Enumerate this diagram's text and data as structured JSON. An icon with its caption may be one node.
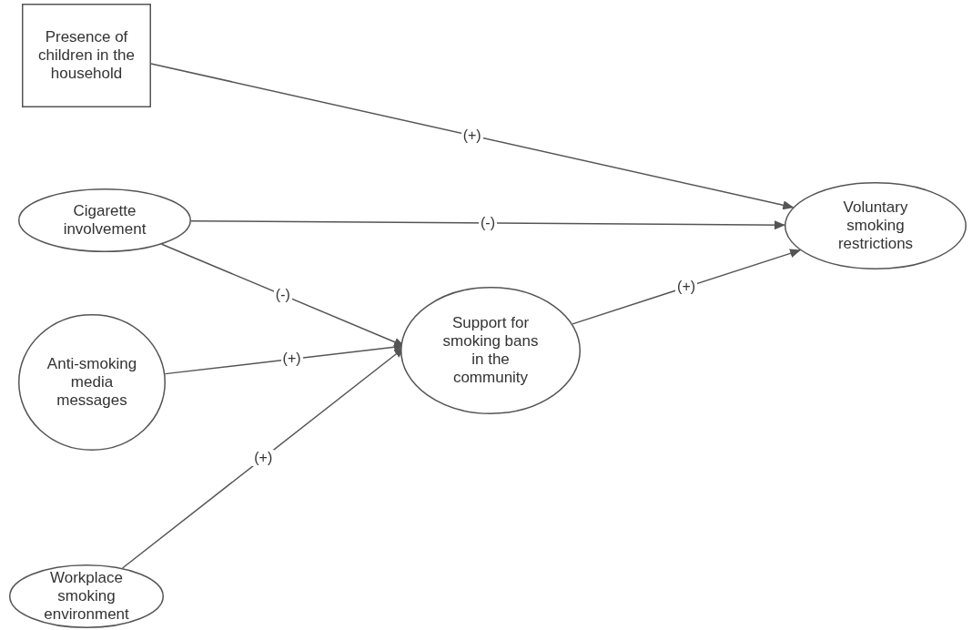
{
  "diagram": {
    "nodes": [
      {
        "text": [
          "Presence of children in the household"
        ]
      },
      {
        "text": [
          "Cigarette involvement"
        ]
      },
      {
        "text": [
          "Anti-smoking media messages"
        ]
      },
      {
        "text": [
          "Workplace smoking environment"
        ]
      },
      {
        "text": [
          "Support for smoking bans in the community"
        ]
      },
      {
        "text": [
          "Voluntary smoking restrictions"
        ]
      }
    ],
    "edges": [
      {
        "from": 0,
        "to": 5,
        "arrow": "to",
        "label": "(+)"
      },
      {
        "from": 1,
        "to": 5,
        "arrow": "to",
        "label": "(-)"
      },
      {
        "from": 1,
        "to": 4,
        "arrow": "to",
        "label": "(-)"
      },
      {
        "from": 2,
        "to": 4,
        "arrow": "to",
        "label": "(+)"
      },
      {
        "from": 3,
        "to": 4,
        "arrow": "to",
        "label": "(+)"
      },
      {
        "from": 4,
        "to": 5,
        "arrow": "to",
        "label": "(+)"
      }
    ]
  }
}
